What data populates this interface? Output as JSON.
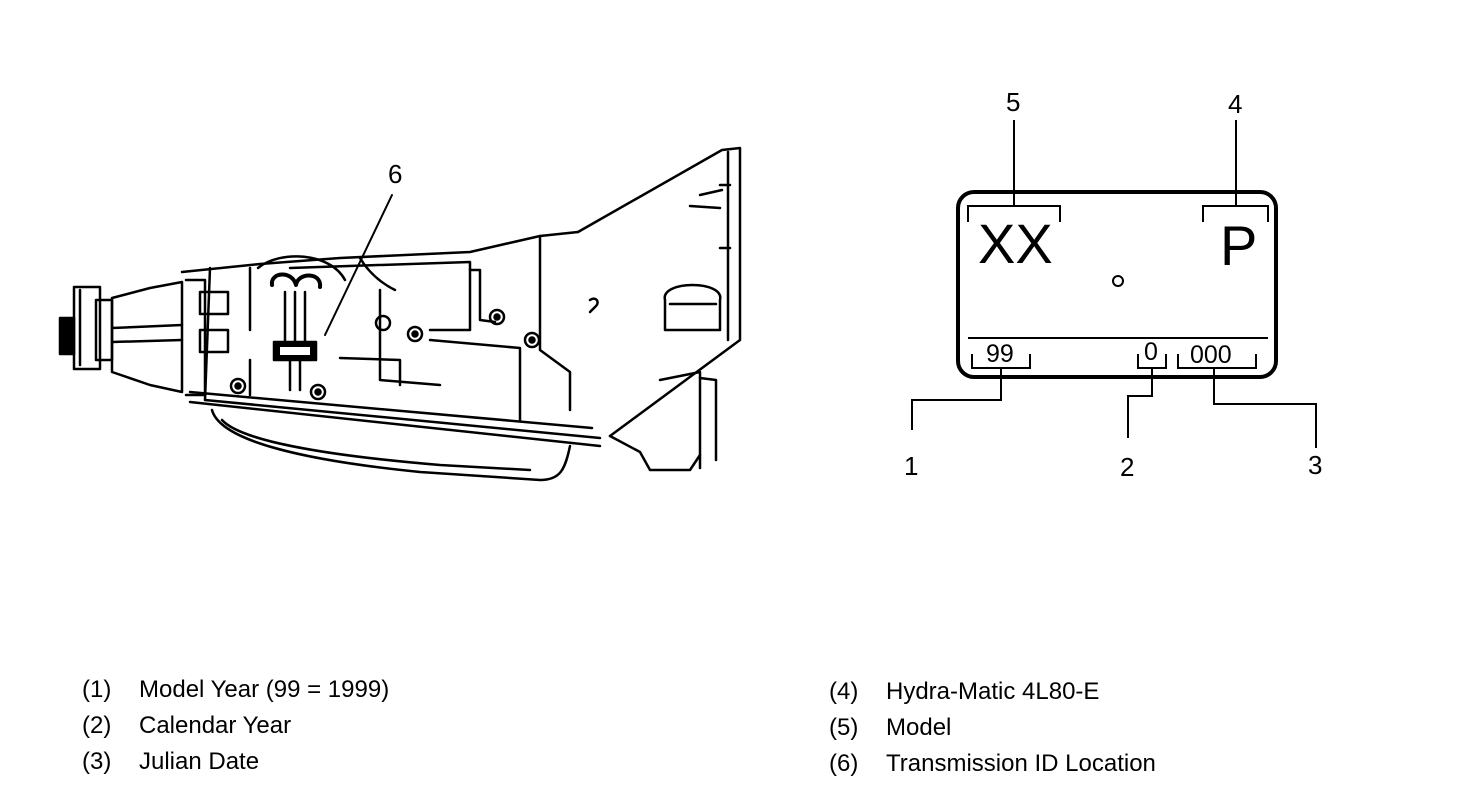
{
  "callouts": {
    "c1": "1",
    "c2": "2",
    "c3": "3",
    "c4": "4",
    "c5": "5",
    "c6": "6"
  },
  "plate": {
    "model_code": "XX",
    "transmission_code": "P",
    "model_year_code": "99",
    "calendar_year_code": "0",
    "julian_date_code": "000"
  },
  "legend": {
    "left": [
      {
        "num": "(1)",
        "text": "Model Year (99 = 1999)"
      },
      {
        "num": "(2)",
        "text": "Calendar Year"
      },
      {
        "num": "(3)",
        "text": "Julian Date"
      }
    ],
    "right": [
      {
        "num": "(4)",
        "text": "Hydra-Matic 4L80-E"
      },
      {
        "num": "(5)",
        "text": "Model"
      },
      {
        "num": "(6)",
        "text": "Transmission ID Location"
      }
    ]
  }
}
